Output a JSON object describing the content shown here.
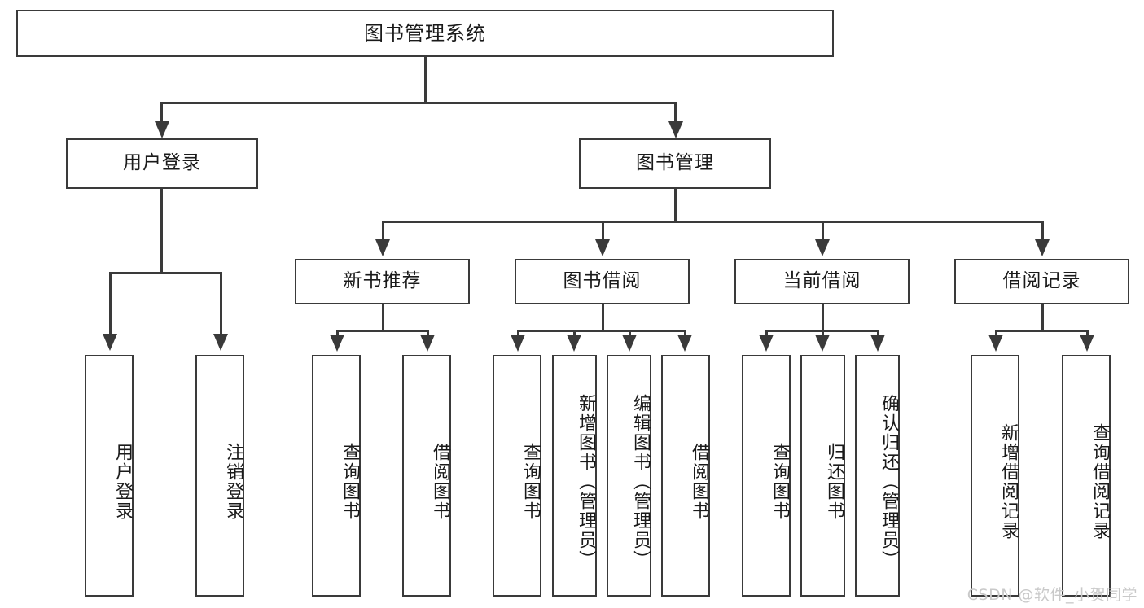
{
  "diagram": {
    "type": "tree-hierarchy-chart",
    "title": "图书管理系统",
    "levels": 4,
    "root": {
      "label": "图书管理系统"
    },
    "level2": [
      {
        "label": "用户登录"
      },
      {
        "label": "图书管理"
      }
    ],
    "level3": [
      {
        "label": "新书推荐",
        "parent": "图书管理"
      },
      {
        "label": "图书借阅",
        "parent": "图书管理"
      },
      {
        "label": "当前借阅",
        "parent": "图书管理"
      },
      {
        "label": "借阅记录",
        "parent": "图书管理"
      }
    ],
    "leaves": {
      "user_login": [
        {
          "label": "用户登录"
        },
        {
          "label": "注销登录"
        }
      ],
      "new_book_recommend": [
        {
          "label": "查询图书"
        },
        {
          "label": "借阅图书"
        }
      ],
      "book_borrow": [
        {
          "label": "查询图书"
        },
        {
          "label": "新增图书（管理员）"
        },
        {
          "label": "编辑图书（管理员）"
        },
        {
          "label": "借阅图书"
        }
      ],
      "current_borrow": [
        {
          "label": "查询图书"
        },
        {
          "label": "归还图书"
        },
        {
          "label": "确认归还（管理员）"
        }
      ],
      "borrow_record": [
        {
          "label": "新增借阅记录"
        },
        {
          "label": "查询借阅记录"
        }
      ]
    }
  },
  "watermark": {
    "text": "CSDN @软件_小贺同学"
  },
  "colors": {
    "stroke": "#3a3a3a",
    "fill": "#ffffff",
    "text": "#1a1a1a",
    "watermark": "#c9c9c9"
  }
}
